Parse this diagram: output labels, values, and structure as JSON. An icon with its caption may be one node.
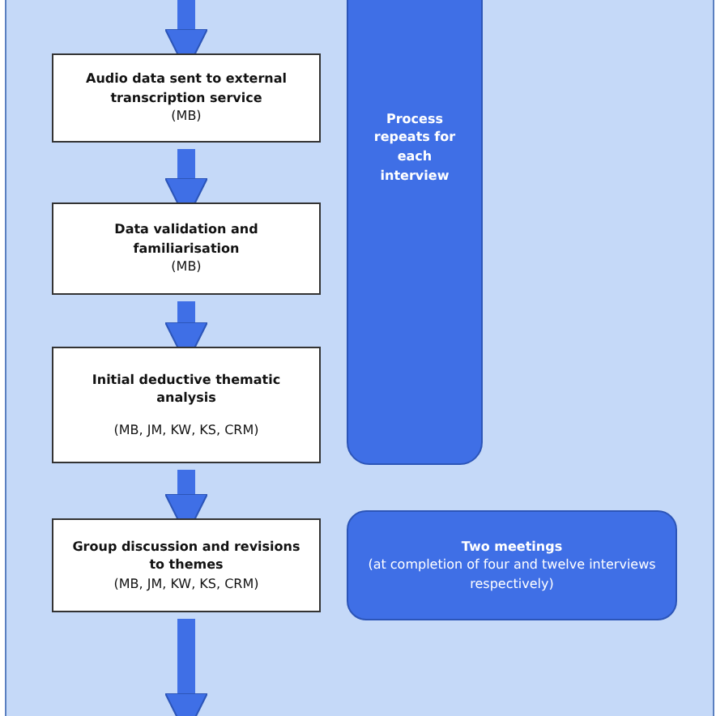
{
  "diagram": {
    "nodes": [
      {
        "text": [
          "Audio data sent to external transcription service",
          "(MB)"
        ]
      },
      {
        "text": [
          "Data validation and familiarisation",
          "(MB)"
        ]
      },
      {
        "text": [
          "Initial deductive thematic analysis",
          "(MB, JM, KW, KS, CRM)"
        ]
      },
      {
        "text": [
          "Group discussion and revisions to themes",
          "(MB, JM, KW, KS, CRM)"
        ]
      },
      {
        "text": [
          "Process repeats for each interview"
        ]
      },
      {
        "text": [
          "Two meetings",
          "(at completion of four and twelve interviews respectively)"
        ]
      }
    ],
    "edges": [
      {
        "from": null,
        "to": 0,
        "arrow": "to"
      },
      {
        "from": 0,
        "to": 1,
        "arrow": "to"
      },
      {
        "from": 1,
        "to": 2,
        "arrow": "to"
      },
      {
        "from": 2,
        "to": 3,
        "arrow": "to"
      },
      {
        "from": 3,
        "to": null,
        "arrow": "to"
      }
    ]
  }
}
